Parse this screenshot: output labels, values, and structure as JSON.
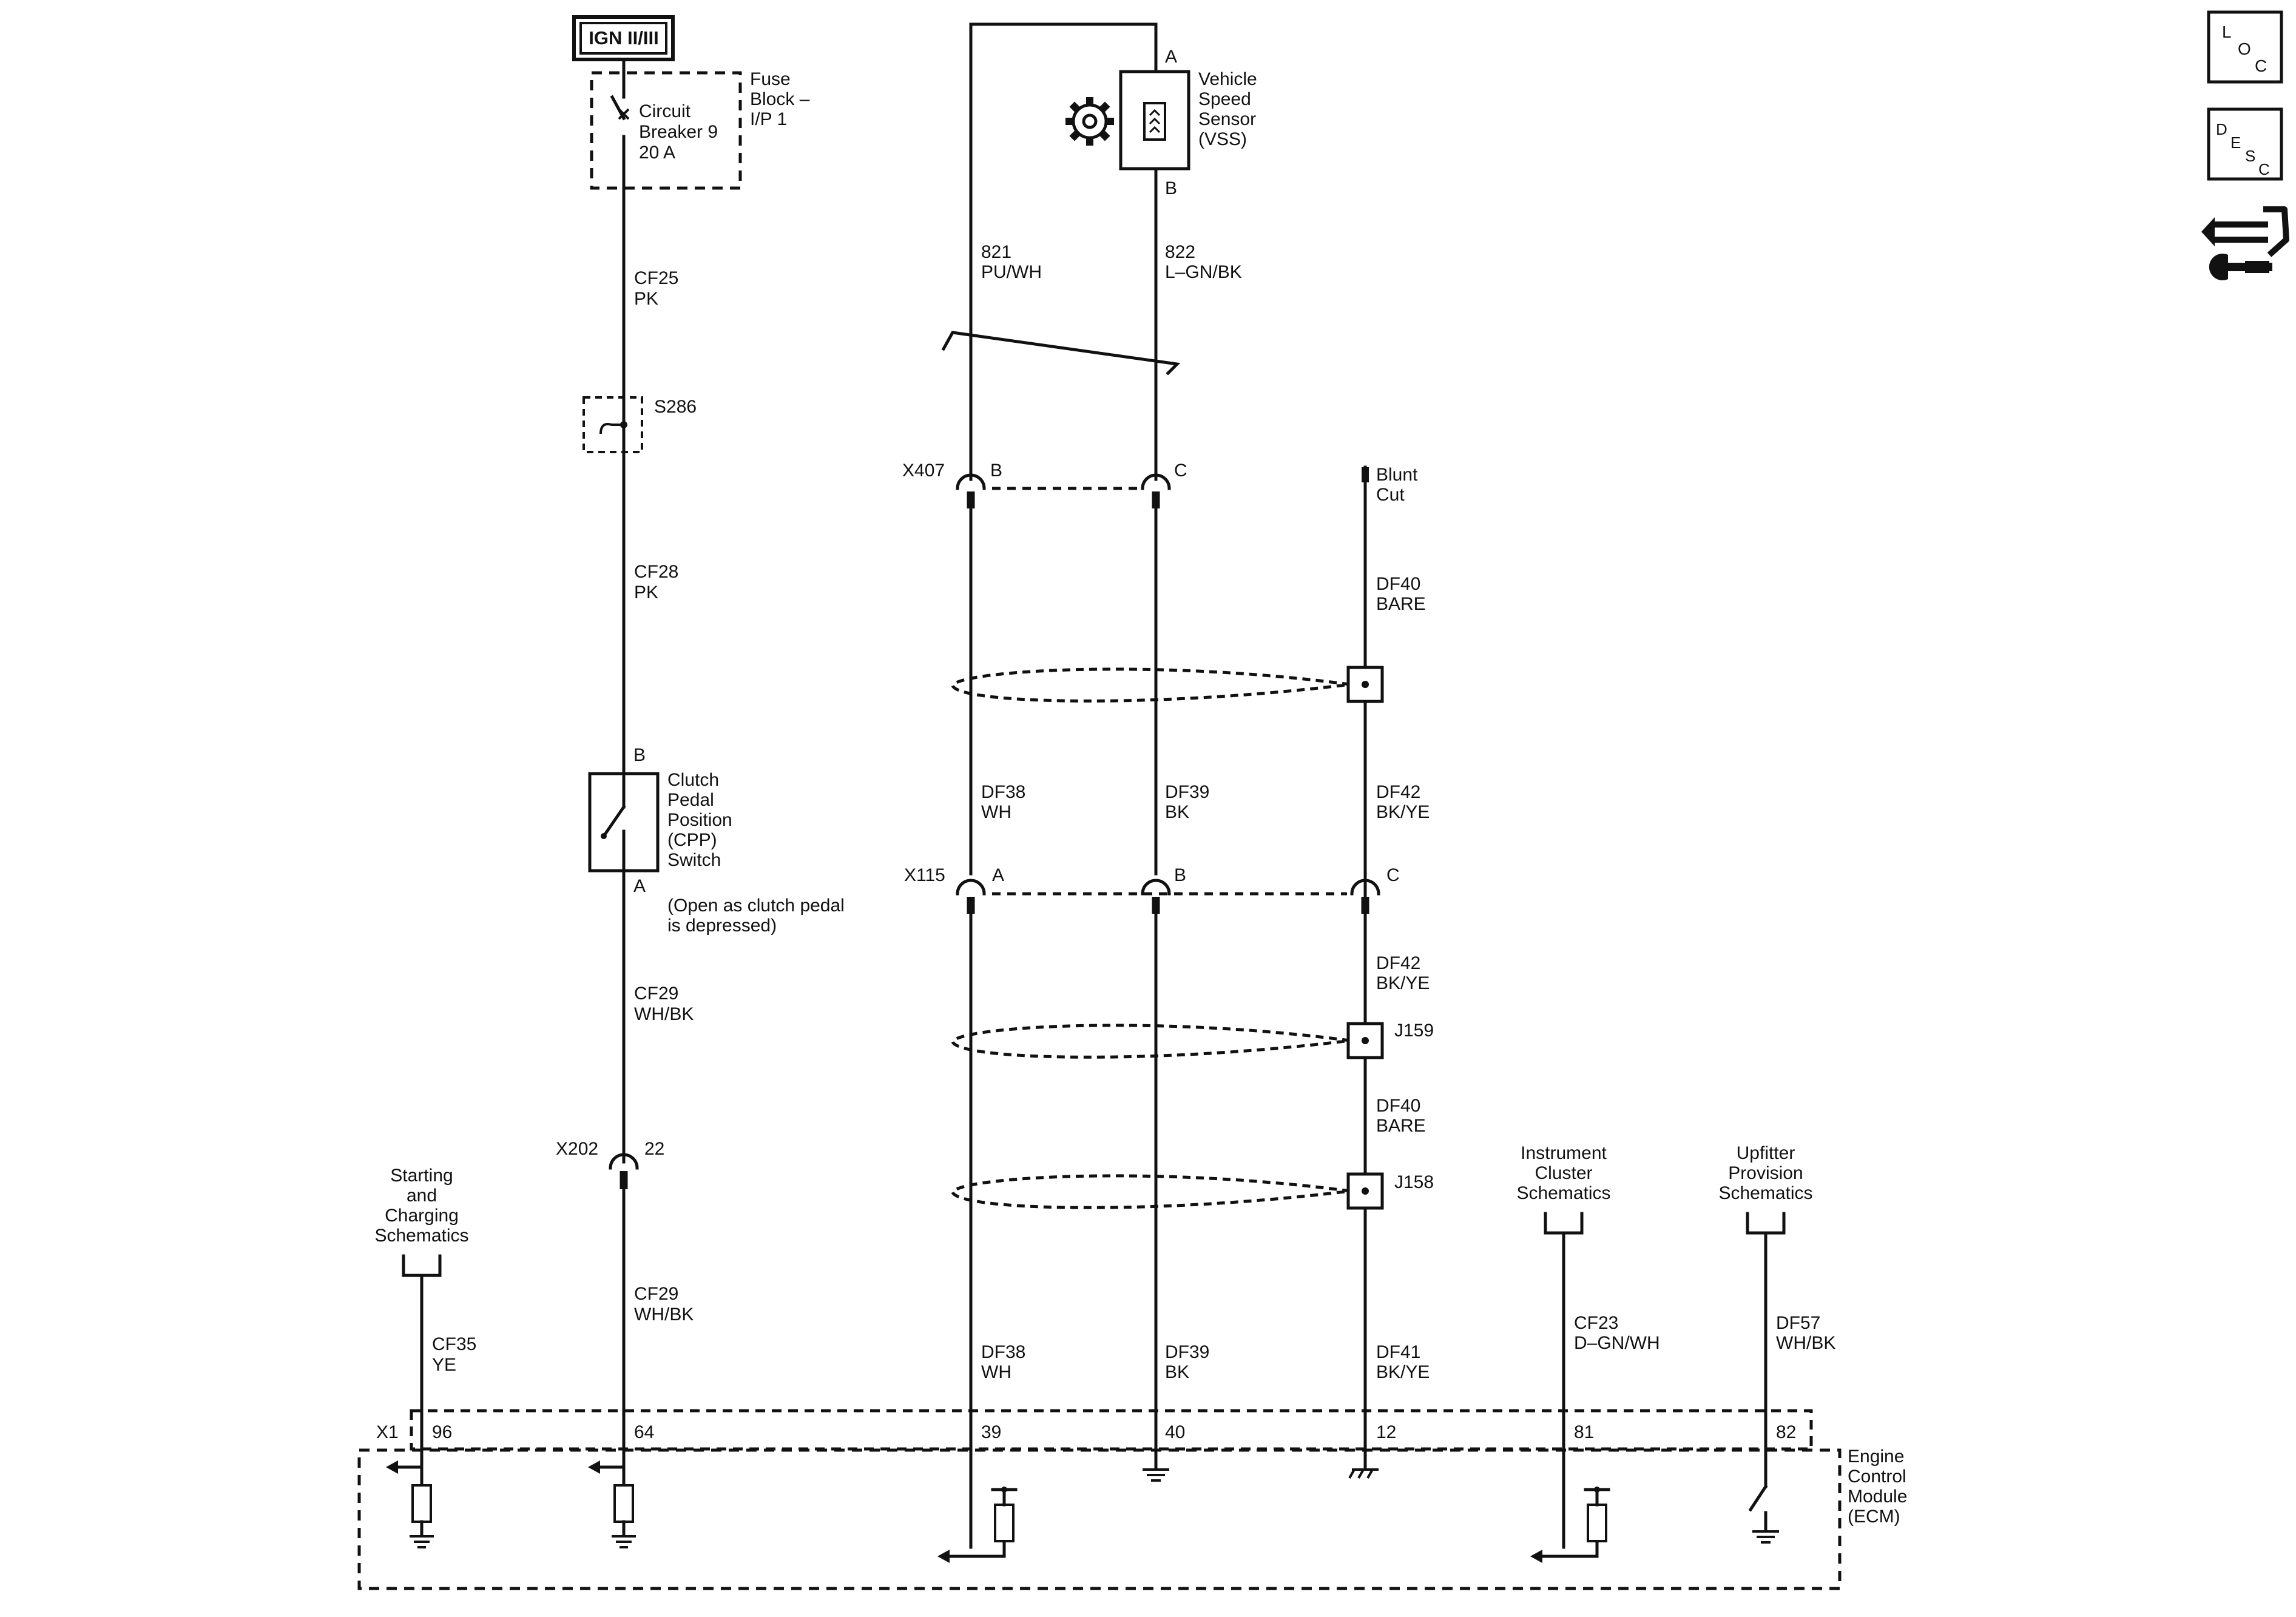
{
  "power": {
    "ign_label": "IGN II/III"
  },
  "fuse_block": {
    "line1": "Fuse",
    "line2": "Block –",
    "line3": "I/P 1"
  },
  "circuit_breaker": {
    "line1": "Circuit",
    "line2": "Breaker 9",
    "line3": "20 A"
  },
  "wires": {
    "cf25": {
      "circuit": "CF25",
      "color": "PK"
    },
    "cf28": {
      "circuit": "CF28",
      "color": "PK"
    },
    "cf29_upper": {
      "circuit": "CF29",
      "color": "WH/BK"
    },
    "cf29_lower": {
      "circuit": "CF29",
      "color": "WH/BK"
    },
    "cf35": {
      "circuit": "CF35",
      "color": "YE"
    },
    "w821": {
      "circuit": "821",
      "color": "PU/WH"
    },
    "w822": {
      "circuit": "822",
      "color": "L–GN/BK"
    },
    "df38_upper": {
      "circuit": "DF38",
      "color": "WH"
    },
    "df39_upper": {
      "circuit": "DF39",
      "color": "BK"
    },
    "df38_lower": {
      "circuit": "DF38",
      "color": "WH"
    },
    "df39_lower": {
      "circuit": "DF39",
      "color": "BK"
    },
    "df40_upper": {
      "circuit": "DF40",
      "color": "BARE"
    },
    "df42_upper": {
      "circuit": "DF42",
      "color": "BK/YE"
    },
    "df42_lower": {
      "circuit": "DF42",
      "color": "BK/YE"
    },
    "df40_lower": {
      "circuit": "DF40",
      "color": "BARE"
    },
    "df41": {
      "circuit": "DF41",
      "color": "BK/YE"
    },
    "cf23": {
      "circuit": "CF23",
      "color": "D–GN/WH"
    },
    "df57": {
      "circuit": "DF57",
      "color": "WH/BK"
    }
  },
  "splice": {
    "s286": "S286"
  },
  "cpp_switch": {
    "pin_b": "B",
    "pin_a": "A",
    "line1": "Clutch",
    "line2": "Pedal",
    "line3": "Position",
    "line4": "(CPP)",
    "line5": "Switch",
    "note1": "(Open as clutch pedal",
    "note2": "is depressed)"
  },
  "connector_x202": {
    "name": "X202",
    "pin": "22"
  },
  "vss": {
    "pin_a": "A",
    "pin_b": "B",
    "line1": "Vehicle",
    "line2": "Speed",
    "line3": "Sensor",
    "line4": "(VSS)"
  },
  "connector_x407": {
    "name": "X407",
    "pin_b": "B",
    "pin_c": "C"
  },
  "connector_x115": {
    "name": "X115",
    "pin_a": "A",
    "pin_b": "B",
    "pin_c": "C"
  },
  "blunt_cut": {
    "line1": "Blunt",
    "line2": "Cut"
  },
  "splices": {
    "j159": "J159",
    "j158": "J158"
  },
  "refs": {
    "starting": {
      "line1": "Starting",
      "line2": "and",
      "line3": "Charging",
      "line4": "Schematics"
    },
    "instrument": {
      "line1": "Instrument",
      "line2": "Cluster",
      "line3": "Schematics"
    },
    "upfitter": {
      "line1": "Upfitter",
      "line2": "Provision",
      "line3": "Schematics"
    }
  },
  "ecm": {
    "connector": "X1",
    "pins": [
      "96",
      "64",
      "39",
      "40",
      "12",
      "81",
      "82"
    ],
    "line1": "Engine",
    "line2": "Control",
    "line3": "Module",
    "line4": "(ECM)"
  },
  "side_icons": {
    "loc": {
      "l": "L",
      "o": "O",
      "c": "C"
    },
    "desc": {
      "d": "D",
      "e": "E",
      "s": "S",
      "c": "C"
    },
    "repair_icon": "connector-repair-icon"
  }
}
